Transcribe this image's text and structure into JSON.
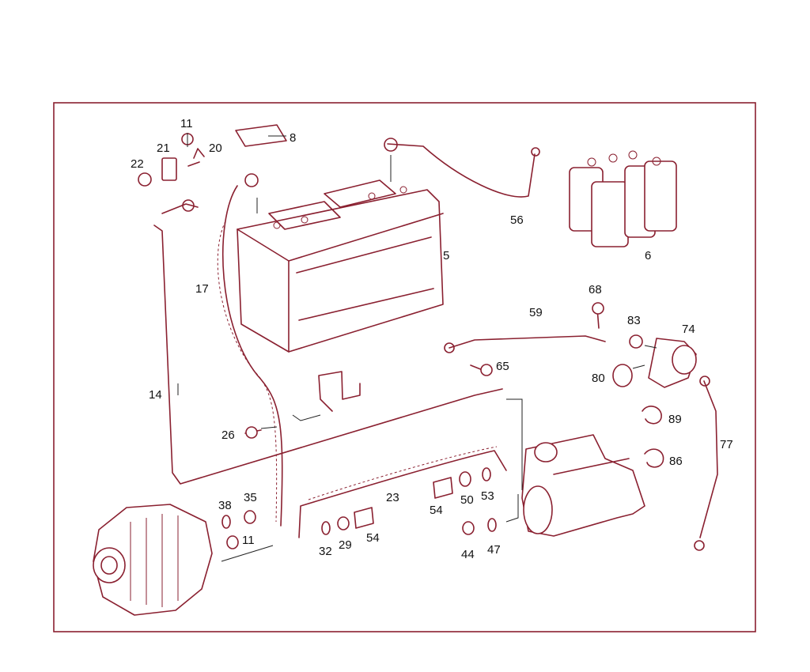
{
  "callouts": {
    "c5": "5",
    "c6": "6",
    "c8": "8",
    "c11a": "11",
    "c11b": "11",
    "c14": "14",
    "c17": "17",
    "c20": "20",
    "c21": "21",
    "c22": "22",
    "c23": "23",
    "c26": "26",
    "c29": "29",
    "c32": "32",
    "c35": "35",
    "c38": "38",
    "c44": "44",
    "c47": "47",
    "c50": "50",
    "c53": "53",
    "c54a": "54",
    "c54b": "54",
    "c56": "56",
    "c59": "59",
    "c65": "65",
    "c68": "68",
    "c74": "74",
    "c77": "77",
    "c80": "80",
    "c83": "83",
    "c86": "86",
    "c89": "89"
  },
  "colors": {
    "line": "#8a2030",
    "text": "#111111",
    "background": "#ffffff"
  }
}
